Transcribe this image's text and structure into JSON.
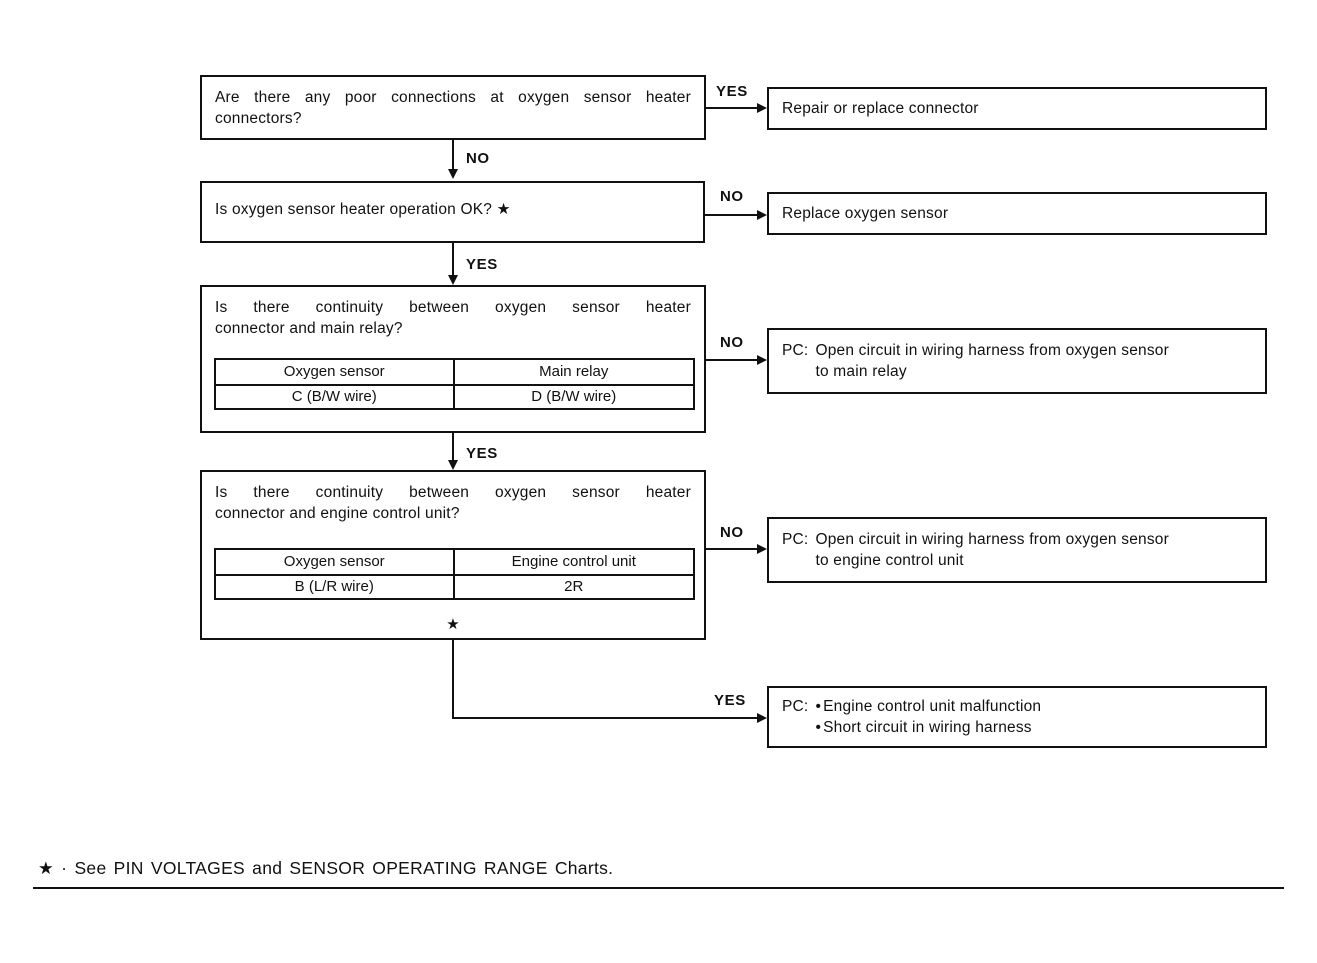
{
  "flow": {
    "steps": [
      {
        "question_line1": "Are there any poor connections at oxygen sensor heater",
        "question_line2": "connectors?",
        "branch_label": "YES",
        "result": "Repair or replace connector",
        "next_label": "NO"
      },
      {
        "question_line1": "Is oxygen sensor heater operation OK? ★",
        "branch_label": "NO",
        "result": "Replace oxygen sensor",
        "next_label": "YES"
      },
      {
        "question_line1": "Is there continuity between oxygen sensor heater",
        "question_line2": "connector and main relay?",
        "table": {
          "headers": [
            "Oxygen sensor",
            "Main relay"
          ],
          "values": [
            "C (B/W wire)",
            "D (B/W wire)"
          ]
        },
        "branch_label": "NO",
        "result_prefix": "PC:",
        "result_line1": "Open circuit in wiring harness from oxygen sensor",
        "result_line2": "to main relay",
        "next_label": "YES"
      },
      {
        "question_line1": "Is there continuity between oxygen sensor heater",
        "question_line2": "connector and engine control unit?",
        "table": {
          "headers": [
            "Oxygen sensor",
            "Engine control unit"
          ],
          "values": [
            "B (L/R wire)",
            "2R"
          ]
        },
        "footnote_marker": "★",
        "branch_label": "NO",
        "result_prefix": "PC:",
        "result_line1": "Open circuit in wiring harness from oxygen sensor",
        "result_line2": "to engine control unit"
      }
    ],
    "final": {
      "branch_label": "YES",
      "result_prefix": "PC:",
      "bullet_char": "•",
      "bullets": [
        "Engine control unit malfunction",
        "Short circuit in wiring harness"
      ]
    },
    "footnote": "★ · See PIN VOLTAGES and SENSOR OPERATING RANGE Charts."
  }
}
